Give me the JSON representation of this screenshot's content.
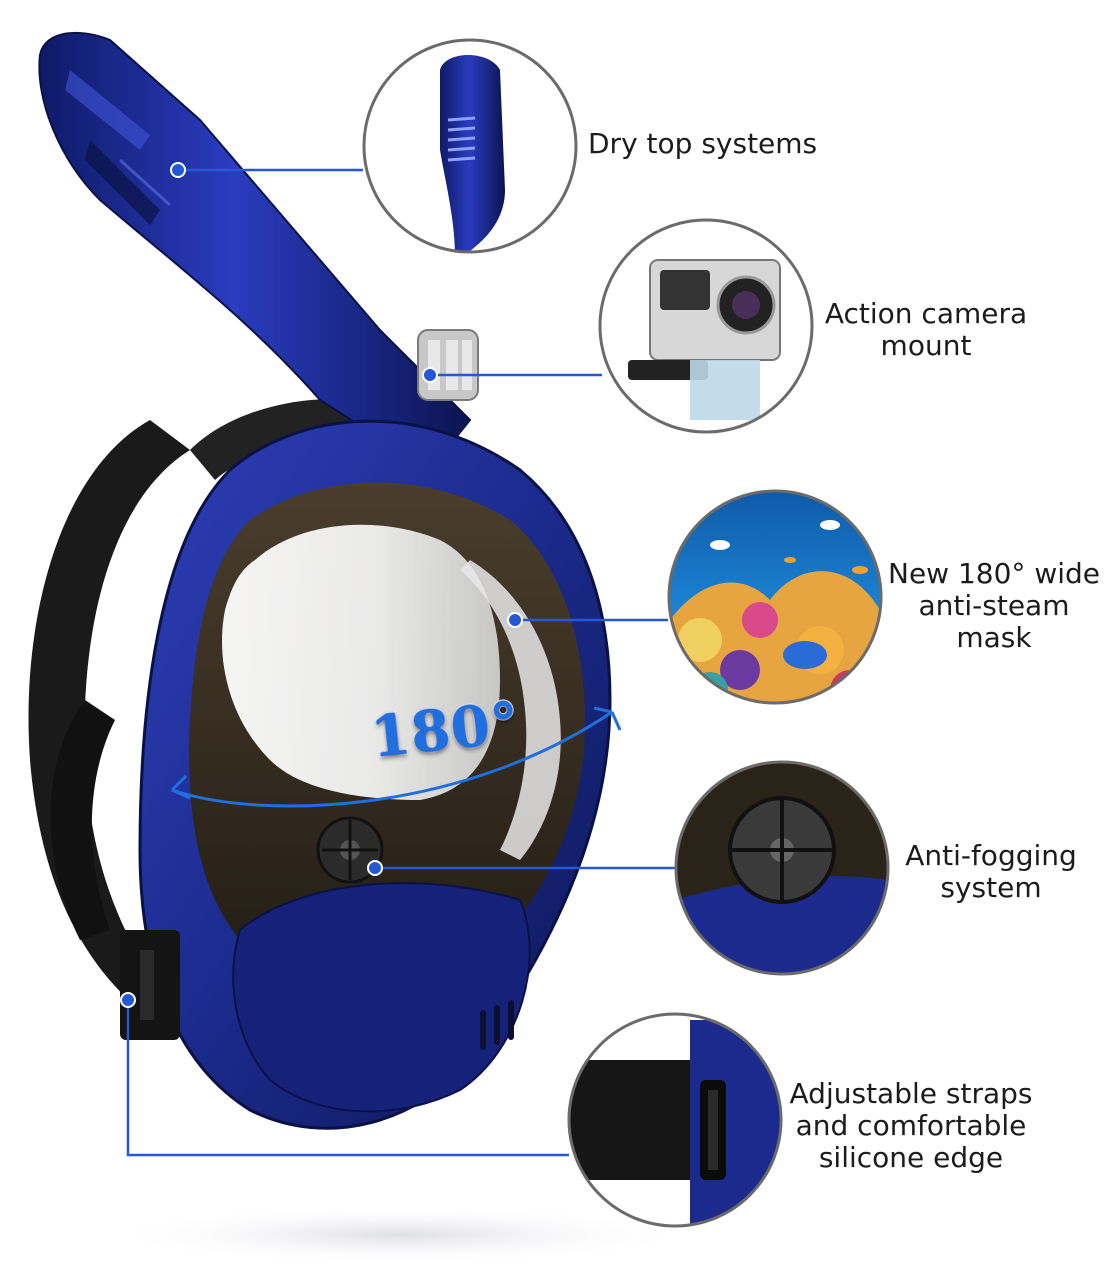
{
  "features": {
    "dry_top": {
      "lines": [
        "Dry top systems"
      ],
      "icon": "snorkel-top-icon"
    },
    "camera_mount": {
      "lines": [
        "Action camera",
        "mount"
      ],
      "icon": "camera-icon"
    },
    "wide_mask": {
      "lines": [
        "New 180° wide",
        "anti-steam",
        "mask"
      ],
      "icon": "coral-reef-icon"
    },
    "anti_fog": {
      "lines": [
        "Anti-fogging",
        "system"
      ],
      "icon": "valve-icon"
    },
    "straps": {
      "lines": [
        "Adjustable straps",
        "and comfortable",
        "silicone edge"
      ],
      "icon": "strap-icon"
    }
  },
  "badge": {
    "text": "180°"
  },
  "colors": {
    "mask_blue": "#1b2a8c",
    "mask_dark": "#0c1650",
    "lens_tint": "#3a2f22",
    "callout_blue": "#2458d6",
    "strap_black": "#1a1a1a",
    "badge_blue": "#1f6fe0"
  }
}
